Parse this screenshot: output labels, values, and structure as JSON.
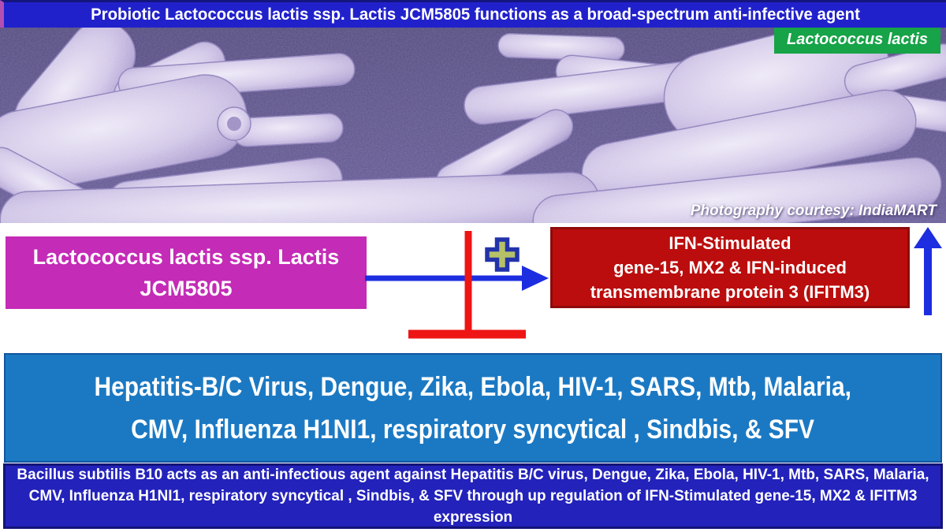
{
  "header": {
    "title": "Probiotic Lactococcus lactis ssp. Lactis JCM5805  functions as a broad-spectrum anti-infective agent"
  },
  "photo": {
    "species_label": "Lactococcus lactis",
    "credit": "Photography courtesy: IndiaMART"
  },
  "diagram": {
    "probiotic_box": {
      "lines": [
        "Lactococcus lactis ssp. Lactis",
        "JCM5805"
      ]
    },
    "ifn_box": {
      "lines": [
        "IFN-Stimulated",
        "gene-15, MX2 & IFN-induced",
        "transmembrane protein 3 (IFITM3)"
      ]
    },
    "icons": [
      "right-arrow",
      "inhibition-cross",
      "plus-sign",
      "up-arrow"
    ]
  },
  "pathogen_box": {
    "lines": [
      "Hepatitis-B/C Virus, Dengue, Zika, Ebola, HIV-1, SARS, Mtb, Malaria,",
      "CMV, Influenza H1NI1,  respiratory syncytical , Sindbis, & SFV"
    ]
  },
  "summary": {
    "text": "Bacillus subtilis B10 acts as an anti-infectious agent against  Hepatitis B/C virus, Dengue, Zika, Ebola, HIV-1, Mtb, SARS, Malaria, CMV, Influenza H1NI1,  respiratory syncytical ,  Sindbis, & SFV  through up regulation of IFN-Stimulated gene-15, MX2 & IFITM3 expression"
  },
  "colors": {
    "top_bar": "#2121cc",
    "species_label_bg": "#17a348",
    "photo_background": "#5d5390",
    "probiotic_box": "#c42bb6",
    "ifn_box": "#bb0d0d",
    "ifn_box_border": "#8e0a0a",
    "pathogen_box": "#1b79c3",
    "summary_strip": "#2322bb",
    "arrow_blue": "#1d2de0",
    "inhibition_red": "#ee1515",
    "plus_fill": "#b5c167",
    "plus_border": "#2233aa",
    "text": "#ffffff"
  }
}
